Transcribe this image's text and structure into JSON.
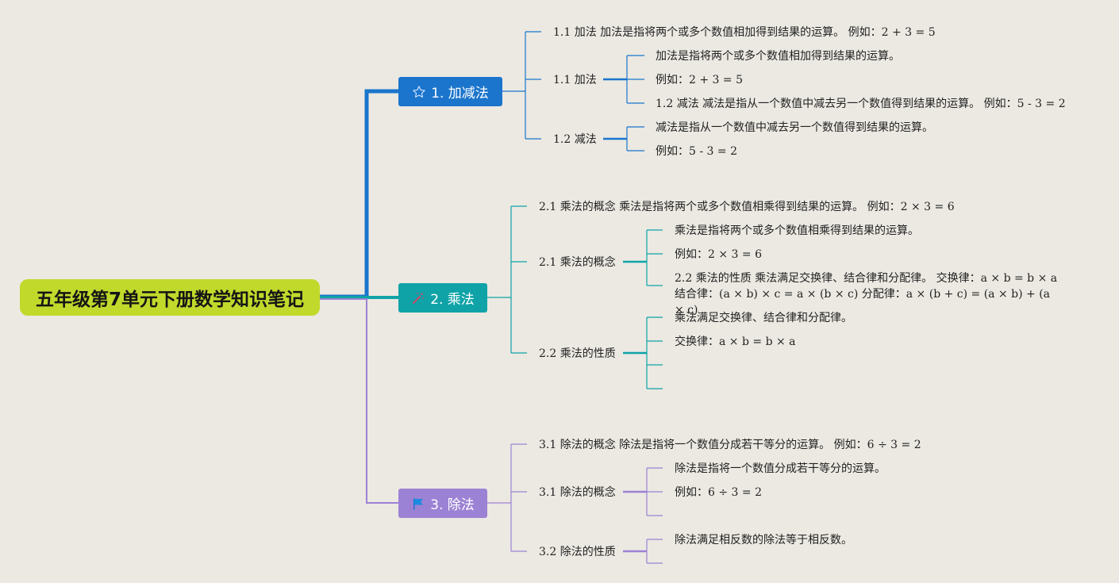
{
  "root": {
    "title": "五年级第7单元下册数学知识笔记"
  },
  "colors": {
    "background": "#ebe9e2",
    "root": "#c1d92b",
    "branch1": "#1b75cc",
    "branch2": "#0fa3a8",
    "branch3": "#9c82d4"
  },
  "branches": [
    {
      "label": "1. 加减法",
      "icon": "star-icon",
      "summary": "1.1 加法 加法是指将两个或多个数值相加得到结果的运算。 例如：2 + 3 = 5",
      "children": [
        {
          "label": "1.1 加法",
          "items": [
            "加法是指将两个或多个数值相加得到结果的运算。",
            "例如：2 + 3 = 5",
            "1.2 减法 减法是指从一个数值中减去另一个数值得到结果的运算。 例如：5 - 3 = 2"
          ]
        },
        {
          "label": "1.2 减法",
          "items": [
            "减法是指从一个数值中减去另一个数值得到结果的运算。",
            "例如：5 - 3 = 2"
          ]
        }
      ]
    },
    {
      "label": "2. 乘法",
      "icon": "magic-wand-icon",
      "summary": "2.1 乘法的概念 乘法是指将两个或多个数值相乘得到结果的运算。 例如：2 × 3 = 6",
      "children": [
        {
          "label": "2.1 乘法的概念",
          "items": [
            "乘法是指将两个或多个数值相乘得到结果的运算。",
            "例如：2 × 3 = 6",
            "2.2 乘法的性质 乘法满足交换律、结合律和分配律。 交换律：a × b = b × a 结合律：(a × b) × c = a × (b × c) 分配律：a × (b + c) = (a × b) + (a × c)"
          ]
        },
        {
          "label": "2.2 乘法的性质",
          "items": [
            "乘法满足交换律、结合律和分配律。",
            "交换律：a × b = b × a",
            "",
            ""
          ]
        }
      ]
    },
    {
      "label": "3. 除法",
      "icon": "flag-icon",
      "summary": "3.1 除法的概念 除法是指将一个数值分成若干等分的运算。 例如：6 ÷ 3 = 2",
      "children": [
        {
          "label": "3.1 除法的概念",
          "items": [
            "除法是指将一个数值分成若干等分的运算。",
            "例如：6 ÷ 3 = 2",
            ""
          ]
        },
        {
          "label": "3.2 除法的性质",
          "items": [
            "除法满足相反数的除法等于相反数。",
            ""
          ]
        }
      ]
    }
  ]
}
